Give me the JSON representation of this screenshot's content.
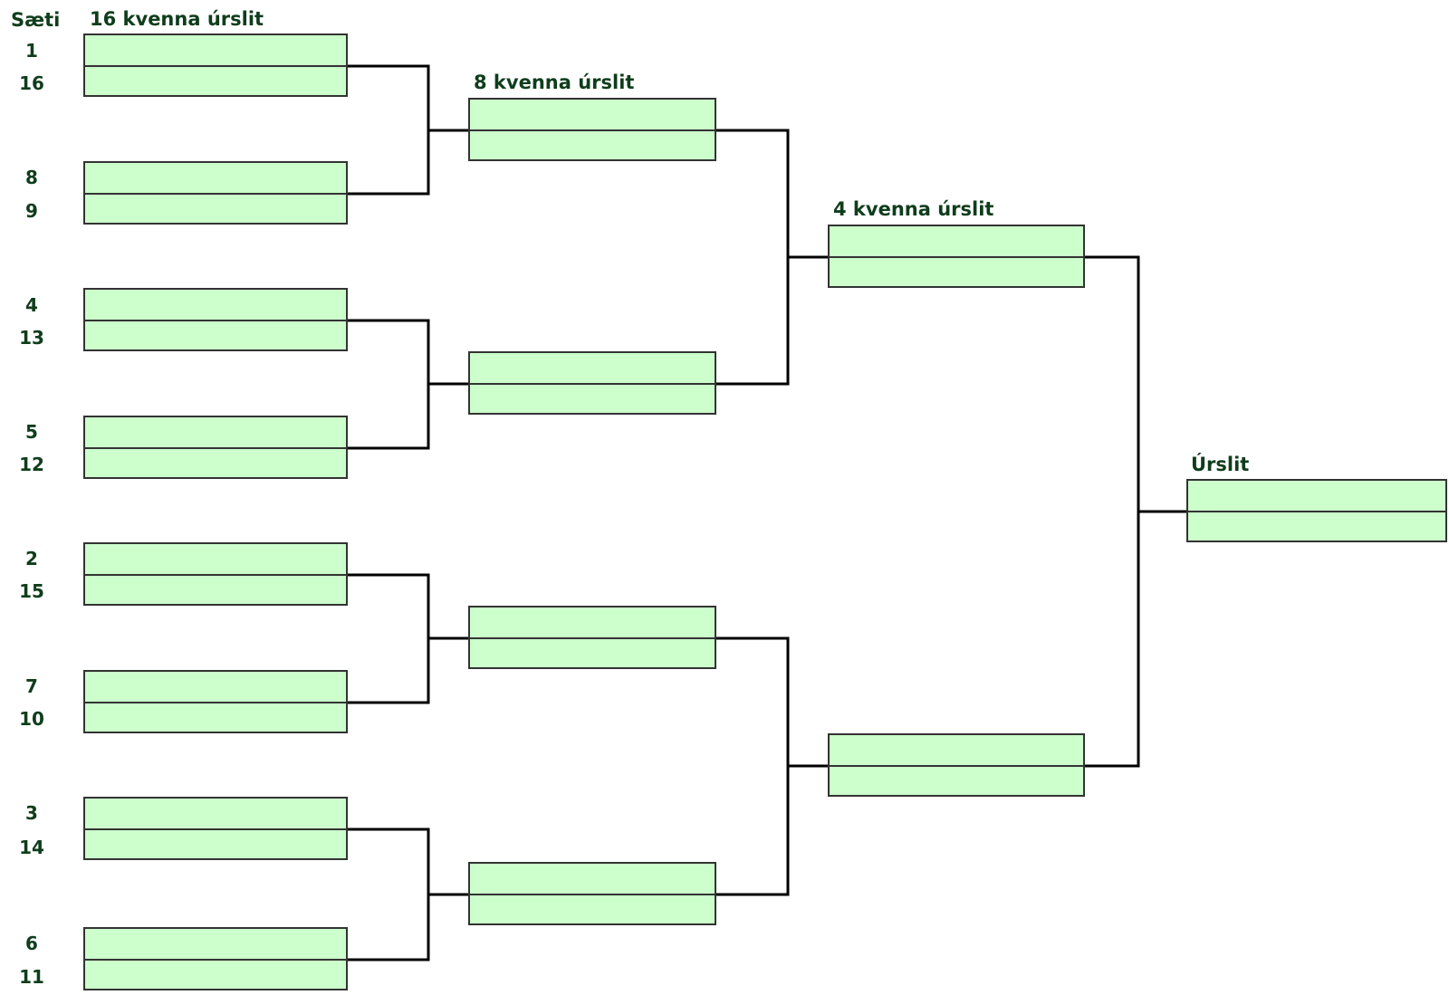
{
  "rounds": {
    "seed_header": "Sæti",
    "r16": "16 kvenna úrslit",
    "qf": "8 kvenna úrslit",
    "sf": "4 kvenna úrslit",
    "final": "Úrslit"
  },
  "seeds": [
    "1",
    "16",
    "8",
    "9",
    "4",
    "13",
    "5",
    "12",
    "2",
    "15",
    "7",
    "10",
    "3",
    "14",
    "6",
    "11"
  ],
  "colors": {
    "slot_fill": "#ccffcc",
    "line": "#000000",
    "text": "#0f3d1c"
  }
}
